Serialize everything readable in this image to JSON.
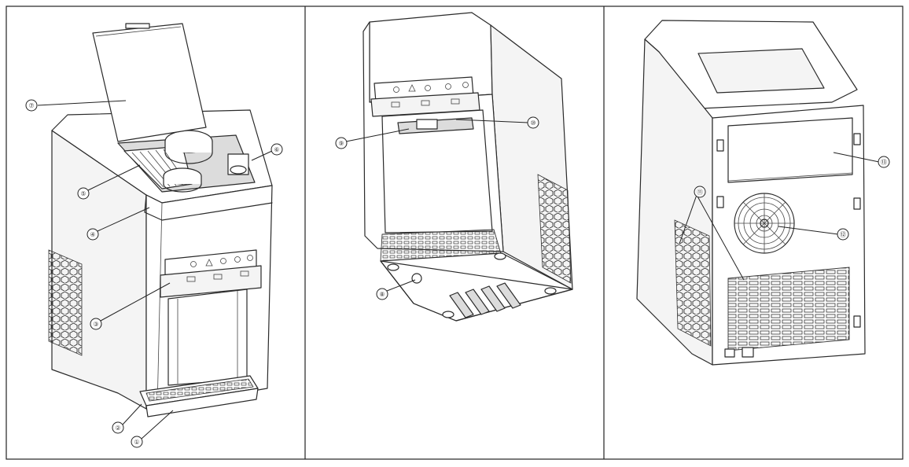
{
  "panels": [
    {
      "id": "front-view"
    },
    {
      "id": "bottom-view"
    },
    {
      "id": "rear-view"
    }
  ],
  "callouts": [
    {
      "label": "①",
      "target": "drip-tray"
    },
    {
      "label": "②",
      "target": "drip-tray-base"
    },
    {
      "label": "③",
      "target": "control-panel"
    },
    {
      "label": "④",
      "target": "top-edge"
    },
    {
      "label": "⑤",
      "target": "ice-basket"
    },
    {
      "label": "⑥",
      "target": "water-reservoir-cap"
    },
    {
      "label": "⑦",
      "target": "lid"
    },
    {
      "label": "⑧",
      "target": "bottom-drain"
    },
    {
      "label": "⑨",
      "target": "dispenser-area"
    },
    {
      "label": "⑩",
      "target": "dispenser-outlet"
    },
    {
      "label": "⑪",
      "target": "side-vents"
    },
    {
      "label": "⑫",
      "target": "fan"
    },
    {
      "label": "⑬",
      "target": "back-panel"
    }
  ]
}
